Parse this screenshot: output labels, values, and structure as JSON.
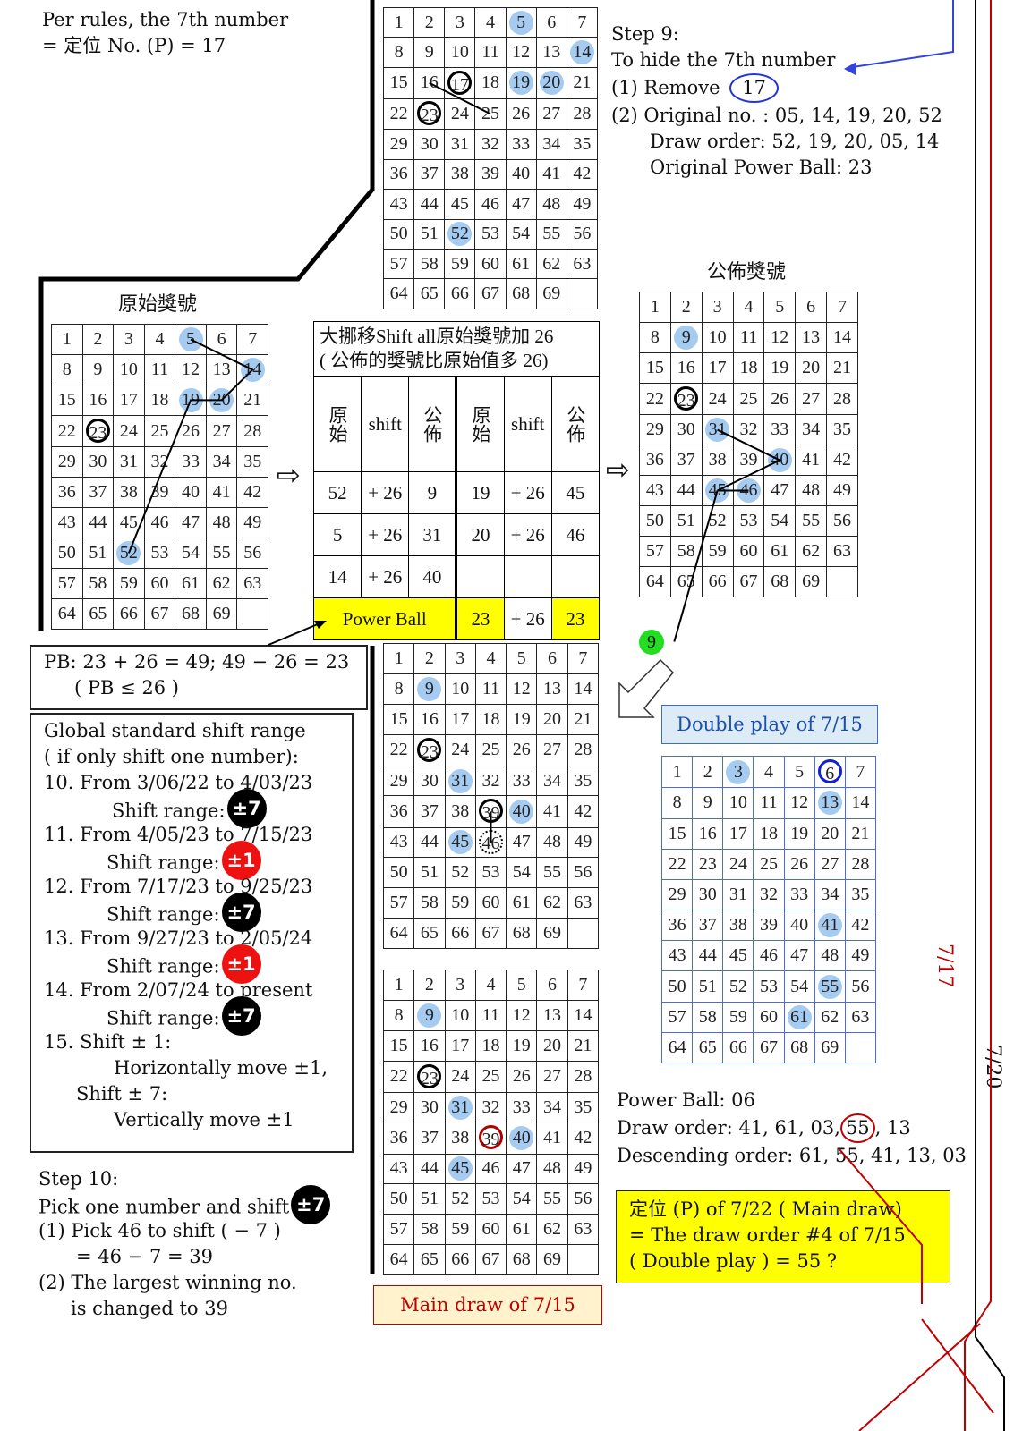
{
  "grid_numbers": [
    1,
    2,
    3,
    4,
    5,
    6,
    7,
    8,
    9,
    10,
    11,
    12,
    13,
    14,
    15,
    16,
    17,
    18,
    19,
    20,
    21,
    22,
    23,
    24,
    25,
    26,
    27,
    28,
    29,
    30,
    31,
    32,
    33,
    34,
    35,
    36,
    37,
    38,
    39,
    40,
    41,
    42,
    43,
    44,
    45,
    46,
    47,
    48,
    49,
    50,
    51,
    52,
    53,
    54,
    55,
    56,
    57,
    58,
    59,
    60,
    61,
    62,
    63,
    64,
    65,
    66,
    67,
    68,
    69
  ],
  "grids": {
    "top_center": {
      "highlight": [
        5,
        14,
        19,
        20,
        52
      ],
      "ring": [
        17,
        23
      ]
    },
    "original": {
      "title": "原始獎號",
      "highlight": [
        5,
        14,
        19,
        20,
        52
      ],
      "ring": [
        23
      ]
    },
    "published": {
      "title": "公佈獎號",
      "highlight": [
        9,
        31,
        40,
        45,
        46
      ],
      "ring": [
        23
      ]
    },
    "step10_upper": {
      "highlight": [
        9,
        31,
        40,
        45
      ],
      "ring": [
        23,
        39
      ],
      "dotted": [
        46
      ]
    },
    "main_draw": {
      "highlight": [
        9,
        31,
        40,
        45
      ],
      "ring": [
        23
      ],
      "red_ring": [
        39
      ],
      "label": "Main draw of 7/15"
    },
    "double_play": {
      "highlight": [
        3,
        13,
        41,
        55,
        61
      ],
      "blue_ring": [
        6
      ],
      "label": "Double play of 7/15"
    }
  },
  "intro_text": [
    "Per rules, the 7th number",
    "= 定位 No. (P) = 17"
  ],
  "step9": {
    "title": "Step 9:",
    "line1": "To hide the 7th number",
    "remove_label": "(1) Remove",
    "remove_value": "17",
    "original_line": "(2) Original no. :  05, 14, 19, 20, 52",
    "draw_order_line": "Draw order:  52, 19, 20, 05, 14",
    "power_ball_line": "Original Power Ball:  23"
  },
  "shift_table": {
    "title_line1": "大挪移Shift all原始獎號加 26",
    "title_line2": "( 公佈的獎號比原始值多 26)",
    "col_original": "原始",
    "col_shift": "shift",
    "col_published": "公佈",
    "rows": [
      [
        "52",
        "+ 26",
        "9",
        "19",
        "+ 26",
        "45"
      ],
      [
        "5",
        "+ 26",
        "31",
        "20",
        "+ 26",
        "46"
      ],
      [
        "14",
        "+ 26",
        "40",
        "",
        "",
        ""
      ]
    ],
    "pb_label": "Power Ball",
    "pb_original": "23",
    "pb_shift": "+ 26",
    "pb_published": "23"
  },
  "arrow_glyph": "⇨",
  "pb_note": [
    "PB:  23 + 26 = 49; 49 − 26 = 23",
    "( PB ≤ 26 )"
  ],
  "green_marker": "9",
  "shift_rules": {
    "title1": "Global standard shift range",
    "title2": "( if only shift one number):",
    "item10": "10. From 3/06/22 to 4/03/23",
    "item11": "11. From 4/05/23 to 7/15/23",
    "item12": "12. From 7/17/23 to 9/25/23",
    "item13": "13. From 9/27/23 to 2/05/24",
    "item14": "14. From 2/07/24 to present",
    "range_label": "Shift range:",
    "badge_7": "±7",
    "badge_1": "±1",
    "item15a": "15. Shift ± 1:",
    "item15b": "Horizontally move ±1,",
    "item15c": "Shift ± 7:",
    "item15d": "Vertically move ±1"
  },
  "step10": {
    "title": "Step 10:",
    "line1": "Pick one number and shift",
    "badge": "±7",
    "line2": "(1) Pick 46 to shift ( − 7 )",
    "line3": "= 46 − 7 = 39",
    "line4": "(2) The largest winning no.",
    "line5": "is changed to 39"
  },
  "double_play_info": {
    "power_ball": "Power Ball:  06",
    "draw_order_prefix": "Draw order:  41, 61, 03,",
    "draw_order_circled": "55",
    "draw_order_suffix": ", 13",
    "descending": "Descending order:  61, 55, 41, 13, 03"
  },
  "yellow_note": [
    "定位 (P) of 7/22 ( Main draw)",
    "= The draw order #4 of 7/15",
    "( Double play ) = 55 ?"
  ],
  "side_dates": {
    "d717": "7/17",
    "d720": "7/20"
  }
}
